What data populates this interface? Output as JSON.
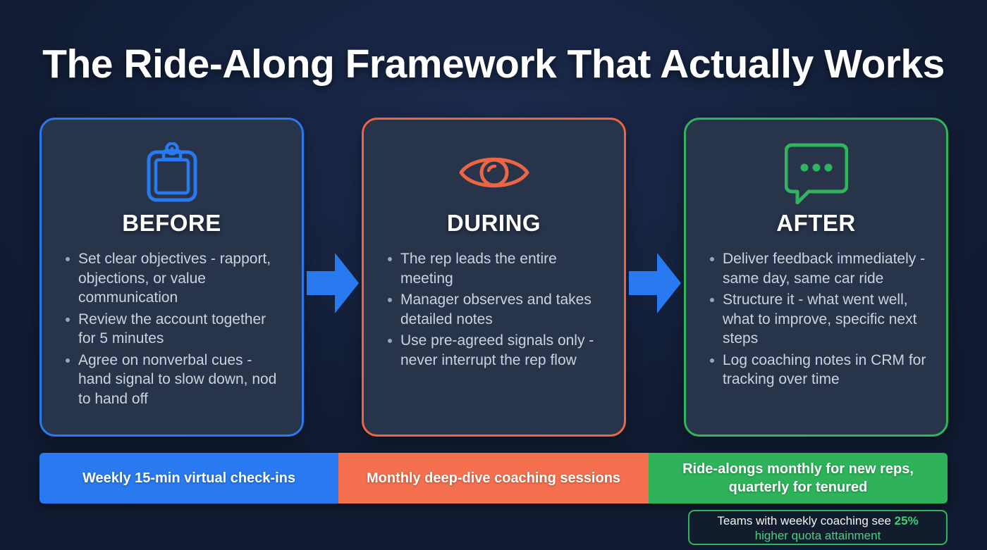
{
  "header": {
    "title": "The Ride-Along Framework That Actually Works"
  },
  "colors": {
    "background": "#16233f",
    "card_fill": "#28344a",
    "blue": "#2979f0",
    "orange": "#ec6545",
    "orange_bar": "#f4704f",
    "green": "#2eb35a",
    "green_accent": "#3ecf74",
    "body_text": "#ccd3de"
  },
  "cards": [
    {
      "id": "before",
      "icon": "clipboard-icon",
      "title": "BEFORE",
      "accent": "#2979f0",
      "bullets": [
        "Set clear objectives - rapport, objections, or value communication",
        "Review the account together for 5 minutes",
        "Agree on nonverbal cues - hand signal to slow down, nod to hand off"
      ]
    },
    {
      "id": "during",
      "icon": "eye-icon",
      "title": "DURING",
      "accent": "#ec6545",
      "bullets": [
        "The rep leads the entire meeting",
        "Manager observes and takes detailed notes",
        "Use pre-agreed signals only - never interrupt the rep flow"
      ]
    },
    {
      "id": "after",
      "icon": "speech-bubble-icon",
      "title": "AFTER",
      "accent": "#2fb65c",
      "bullets": [
        "Deliver feedback immediately - same day, same car ride",
        "Structure it - what went well, what to improve, specific next steps",
        "Log coaching notes in CRM for tracking over time"
      ]
    }
  ],
  "arrows": [
    {
      "id": "arrow-before-to-during",
      "icon": "arrow-right-icon",
      "color": "#2979f0"
    },
    {
      "id": "arrow-during-to-after",
      "icon": "arrow-right-icon",
      "color": "#2979f0"
    }
  ],
  "cadence_bar": {
    "segments": [
      {
        "id": "cadence-weekly",
        "label": "Weekly 15-min virtual check-ins",
        "color": "#2979f0"
      },
      {
        "id": "cadence-monthly",
        "label": "Monthly deep-dive coaching sessions",
        "color": "#f4704f"
      },
      {
        "id": "cadence-ridealong",
        "label": "Ride-alongs monthly for new reps, quarterly for tenured",
        "color": "#2eb35a"
      }
    ]
  },
  "stat_callout": {
    "line1_prefix": "Teams with weekly coaching see ",
    "line1_highlight": "25%",
    "line2": "higher quota attainment",
    "border_color": "#2fb65c"
  }
}
